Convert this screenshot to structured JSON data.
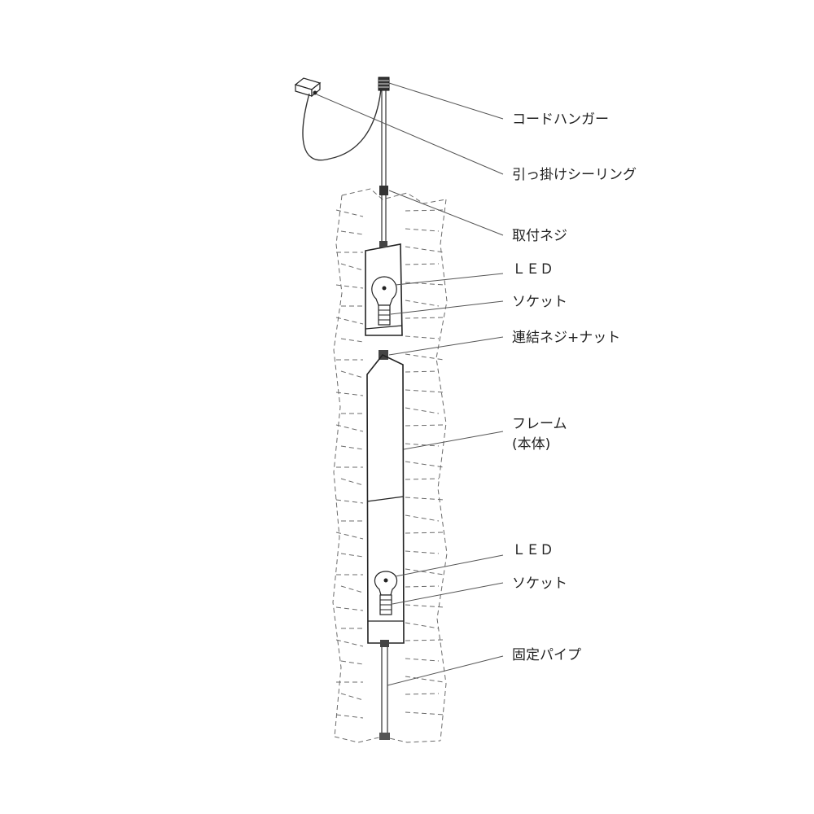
{
  "labels": {
    "cord_hanger": "コードハンガー",
    "ceiling": "引っ掛けシーリング",
    "mount_screw": "取付ネジ",
    "led_top": "ＬＥＤ",
    "socket_top": "ソケット",
    "coupling": "連結ネジ+ナット",
    "frame": "フレーム",
    "frame_sub": "(本体)",
    "led_bottom": "ＬＥＤ",
    "socket_bottom": "ソケット",
    "pipe": "固定パイプ"
  }
}
